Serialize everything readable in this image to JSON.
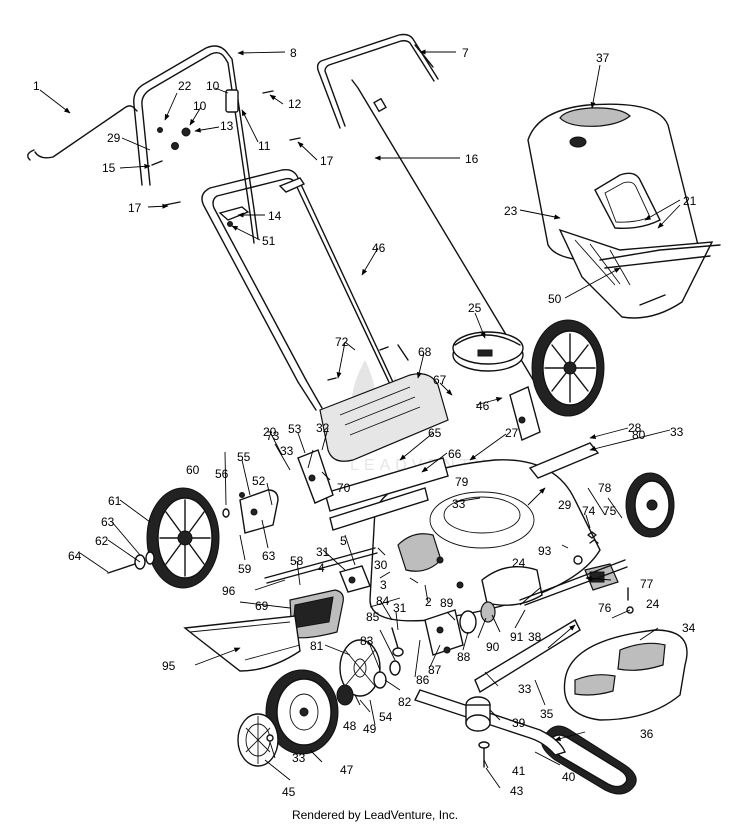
{
  "footer_text": "Rendered by LeadVenture, Inc.",
  "watermark_text": "LEADVENTURE",
  "callouts": [
    "1",
    "2",
    "3",
    "4",
    "5",
    "7",
    "8",
    "10",
    "10",
    "11",
    "12",
    "13",
    "14",
    "15",
    "16",
    "17",
    "17",
    "20",
    "21",
    "22",
    "23",
    "24",
    "24",
    "25",
    "27",
    "28",
    "29",
    "29",
    "30",
    "31",
    "31",
    "32",
    "33",
    "33",
    "33",
    "33",
    "33",
    "34",
    "35",
    "36",
    "37",
    "38",
    "39",
    "40",
    "41",
    "43",
    "45",
    "46",
    "46",
    "47",
    "48",
    "49",
    "50",
    "51",
    "52",
    "53",
    "54",
    "55",
    "56",
    "58",
    "59",
    "60",
    "61",
    "62",
    "63",
    "63",
    "64",
    "65",
    "66",
    "67",
    "68",
    "69",
    "70",
    "72",
    "73",
    "74",
    "75",
    "76",
    "77",
    "78",
    "79",
    "80",
    "81",
    "82",
    "83",
    "84",
    "85",
    "86",
    "87",
    "88",
    "89",
    "90",
    "91",
    "93",
    "95",
    "96"
  ]
}
